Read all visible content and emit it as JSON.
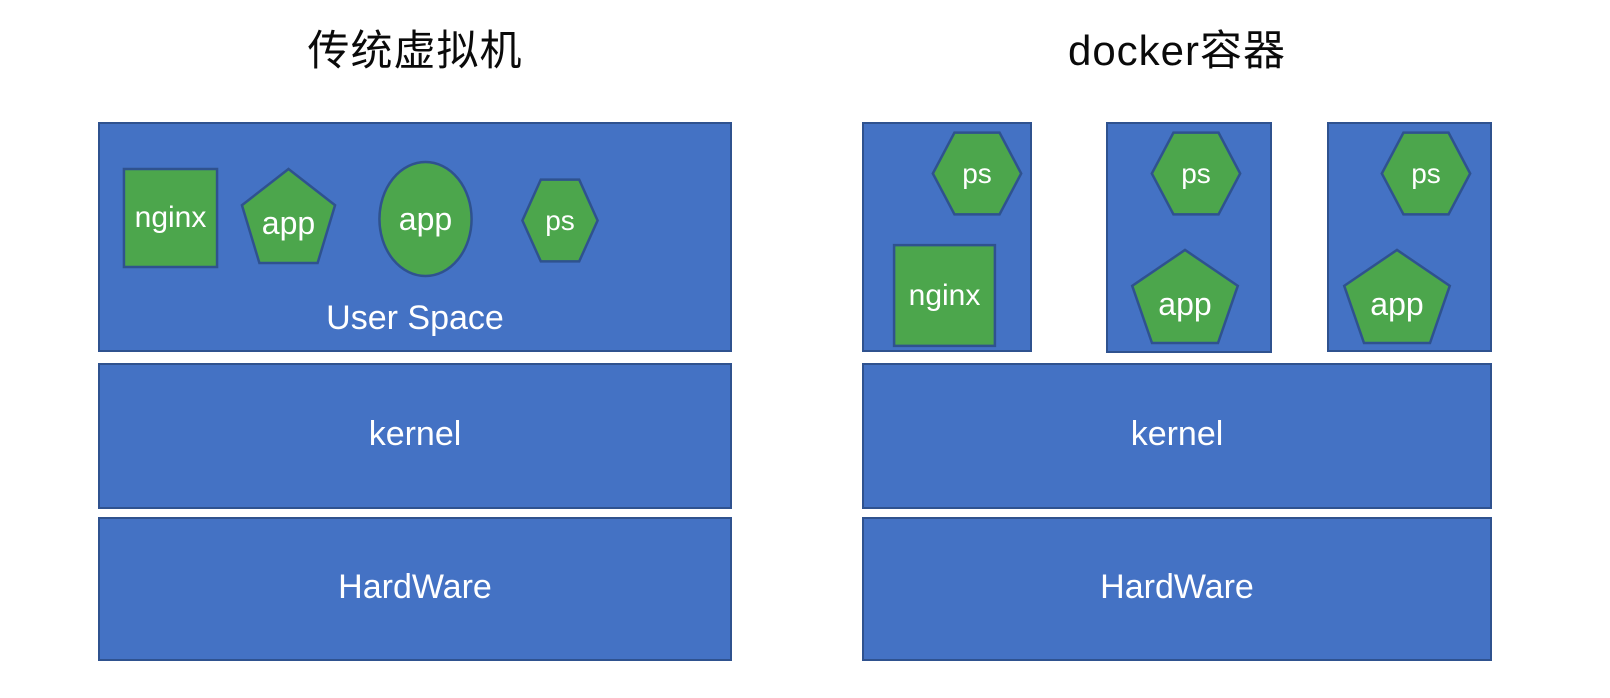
{
  "colors": {
    "box_fill": "#4472C4",
    "box_border": "#2F528F",
    "shape_fill": "#4CA64C",
    "shape_border": "#2F528F",
    "title_color": "#0A0A0A",
    "label_color": "#FFFFFF"
  },
  "vm": {
    "title": "传统虚拟机",
    "user_space": {
      "label": "User Space",
      "processes": [
        {
          "shape": "square",
          "label": "nginx"
        },
        {
          "shape": "pentagon",
          "label": "app"
        },
        {
          "shape": "ellipse",
          "label": "app"
        },
        {
          "shape": "hexagon",
          "label": "ps"
        }
      ]
    },
    "kernel_label": "kernel",
    "hardware_label": "HardWare"
  },
  "docker": {
    "title": "docker容器",
    "containers": [
      {
        "processes": [
          {
            "shape": "hexagon",
            "label": "ps"
          },
          {
            "shape": "square",
            "label": "nginx"
          }
        ]
      },
      {
        "processes": [
          {
            "shape": "hexagon",
            "label": "ps"
          },
          {
            "shape": "pentagon",
            "label": "app"
          }
        ]
      },
      {
        "processes": [
          {
            "shape": "hexagon",
            "label": "ps"
          },
          {
            "shape": "pentagon",
            "label": "app"
          }
        ]
      }
    ],
    "kernel_label": "kernel",
    "hardware_label": "HardWare"
  }
}
